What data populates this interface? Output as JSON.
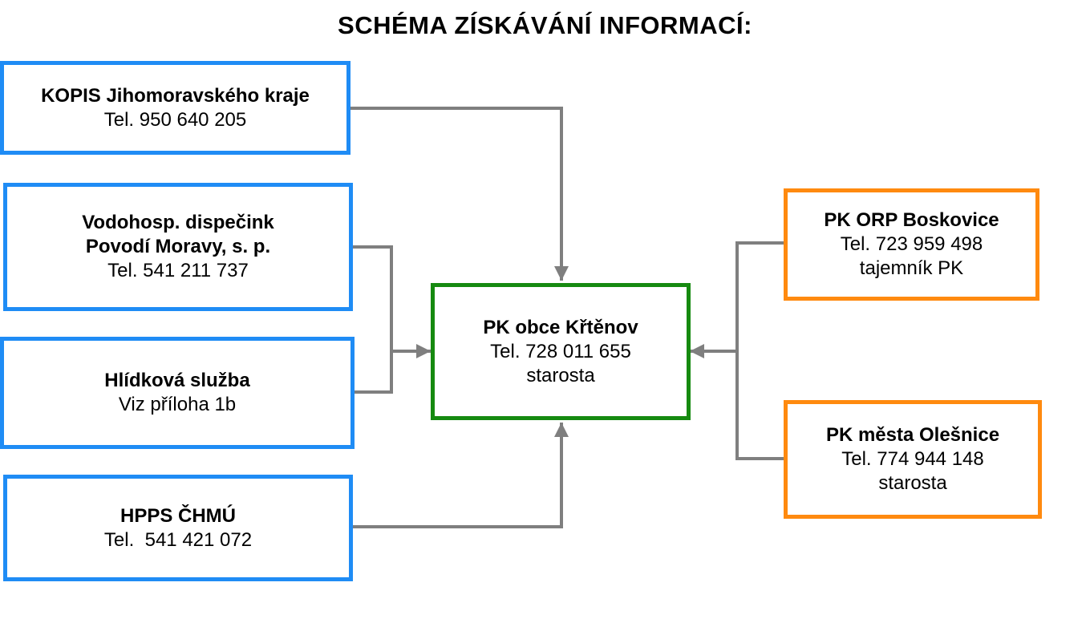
{
  "title": "SCHÉMA ZÍSKÁVÁNÍ INFORMACÍ:",
  "colors": {
    "source_border": "#1f8cf5",
    "center_border": "#168a10",
    "orp_border": "#ff8a0f",
    "connector": "#7f7f7f"
  },
  "sources": [
    {
      "name": "KOPIS Jihomoravského kraje",
      "name2": "",
      "phone": "Tel. 950 640 205"
    },
    {
      "name": "Vodohosp. dispečink",
      "name2": "Povodí Moravy, s. p.",
      "phone": "Tel. 541 211 737"
    },
    {
      "name": "Hlídková služba",
      "name2": "",
      "phone": "Viz příloha 1b"
    },
    {
      "name": "HPPS ČHMÚ",
      "name2": "",
      "phone": "Tel.  541 421 072"
    }
  ],
  "center": {
    "name": "PK obce Křtěnov",
    "phone": "Tel. 728 011 655",
    "role": "starosta"
  },
  "orp": [
    {
      "name": "PK ORP Boskovice",
      "phone": "Tel. 723 959 498",
      "role": "tajemník PK"
    },
    {
      "name": "PK města Olešnice",
      "phone": "Tel. 774 944 148",
      "role": "starosta"
    }
  ]
}
